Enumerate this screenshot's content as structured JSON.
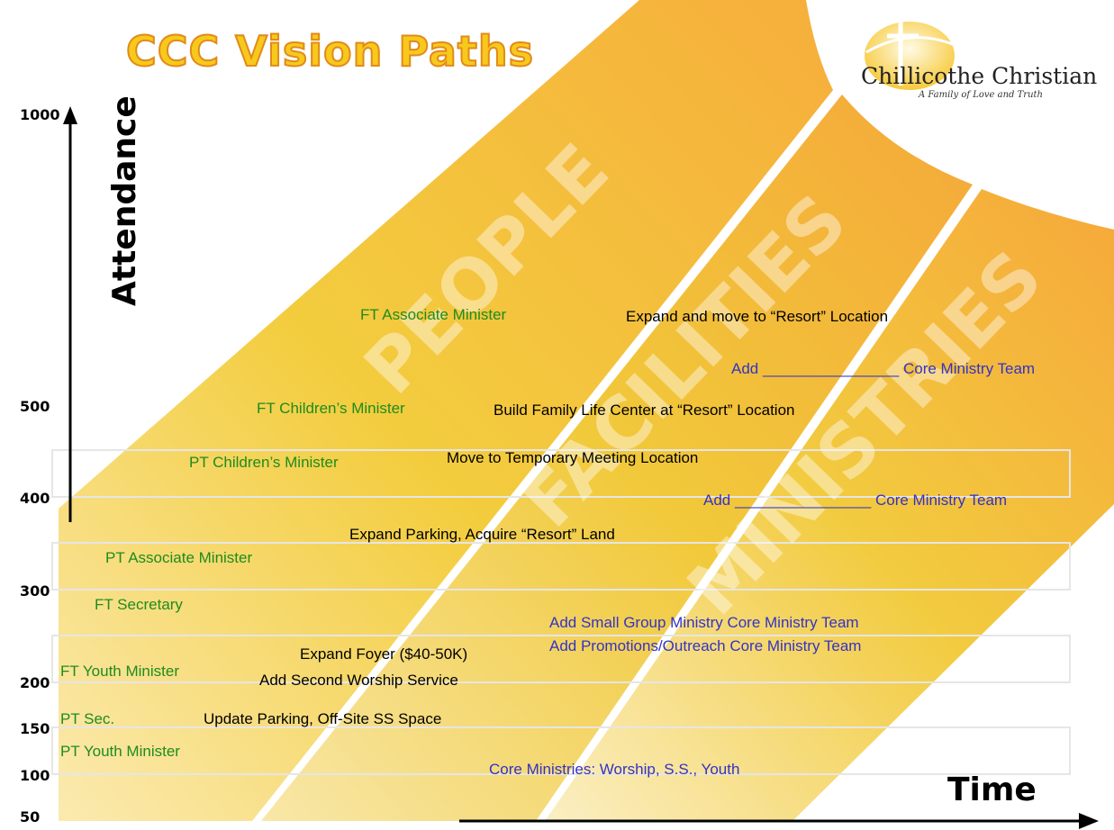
{
  "title": "CCC Vision Paths",
  "logo": {
    "name": "Chillicothe Christian",
    "tagline": "A Family of Love and Truth"
  },
  "axes": {
    "y_title": "Attendance",
    "x_title": "Time",
    "y_ticks": [
      "1000",
      "500",
      "400",
      "300",
      "200",
      "150",
      "100",
      "50"
    ]
  },
  "paths": {
    "people": "PEOPLE",
    "facilities": "FACILITIES",
    "ministries": "MINISTRIES"
  },
  "colors": {
    "band_light": "#f9e6a0",
    "band_mid": "#f2c93a",
    "band_dark": "#f5a93a",
    "people_text": "#1e8c1e",
    "facilities_text": "#000000",
    "ministries_text": "#3333c6"
  },
  "milestones": {
    "people": [
      "FT Associate Minister",
      "FT Children’s Minister",
      "PT Children’s Minister",
      "PT Associate Minister",
      "FT Secretary",
      "FT Youth Minister",
      "PT Sec.",
      "PT Youth Minister"
    ],
    "facilities": [
      "Expand and move to “Resort” Location",
      "Build Family Life Center at “Resort” Location",
      "Move to Temporary Meeting Location",
      "Expand Parking,   Acquire “Resort” Land",
      "Expand Foyer ($40-50K)",
      "Add Second Worship Service",
      "Update Parking, Off-Site SS Space"
    ],
    "ministries": [
      "Add ________________ Core Ministry Team",
      "Add ________________ Core Ministry Team",
      "Add Small Group Ministry Core Ministry Team",
      "Add Promotions/Outreach Core Ministry Team",
      "Core Ministries: Worship, S.S., Youth"
    ]
  }
}
